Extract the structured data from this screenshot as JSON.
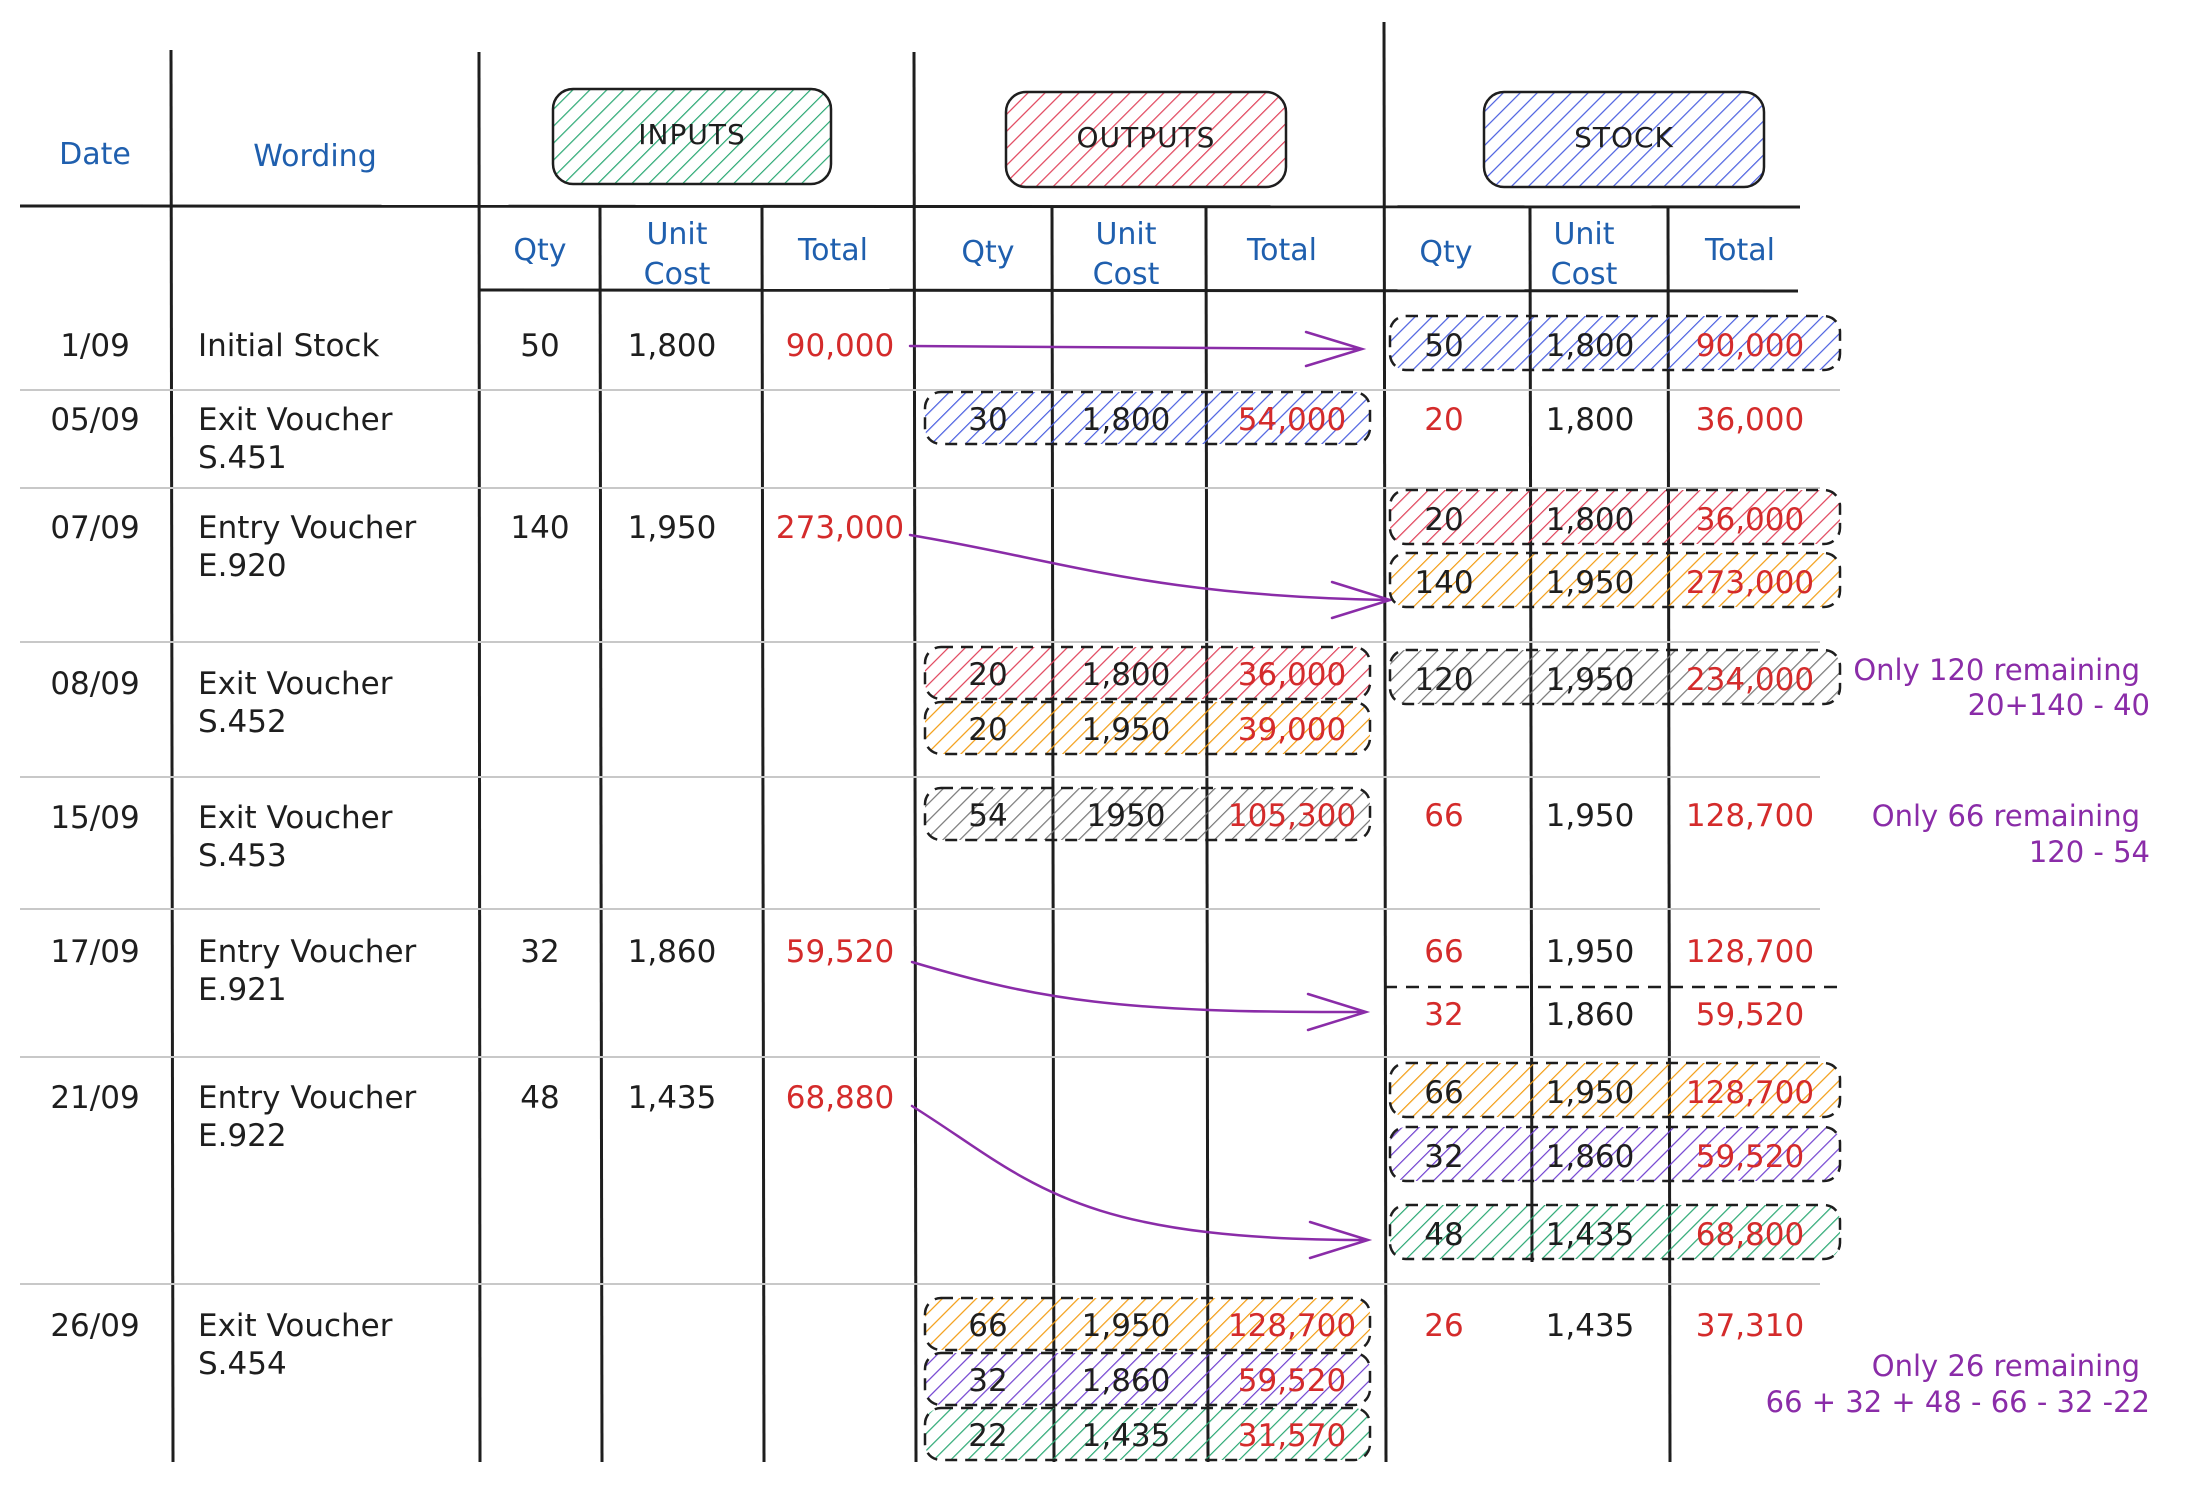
{
  "headers": {
    "date": "Date",
    "wording": "Wording",
    "sections": [
      "INPUTS",
      "OUTPUTS",
      "STOCK"
    ],
    "qty": "Qty",
    "unit_cost_1": "Unit",
    "unit_cost_2": "Cost",
    "total": "Total"
  },
  "colors": {
    "blue": "#4a5fe0",
    "red": "#e0425a",
    "orange": "#f39c12",
    "gray": "#777777",
    "purple": "#7040d0",
    "green": "#2aa873",
    "header_text": "#1f5fae",
    "amount_red": "#d42b2b",
    "note_purple": "#8a2ca8"
  },
  "rows": [
    {
      "date": "1/09",
      "wording": [
        "Initial Stock"
      ],
      "input": {
        "qty": "50",
        "cost": "1,800",
        "total": "90,000"
      },
      "outputs": [],
      "stock": [
        {
          "qty": "50",
          "cost": "1,800",
          "total": "90,000",
          "color": "blue"
        }
      ]
    },
    {
      "date": "05/09",
      "wording": [
        "Exit Voucher",
        "S.451"
      ],
      "input": null,
      "outputs": [
        {
          "qty": "30",
          "cost": "1,800",
          "total": "54,000",
          "color": "blue"
        }
      ],
      "stock": [
        {
          "qty": "20",
          "cost": "1,800",
          "total": "36,000",
          "color": null
        }
      ]
    },
    {
      "date": "07/09",
      "wording": [
        "Entry Voucher",
        "E.920"
      ],
      "input": {
        "qty": "140",
        "cost": "1,950",
        "total": "273,000"
      },
      "outputs": [],
      "stock": [
        {
          "qty": "20",
          "cost": "1,800",
          "total": "36,000",
          "color": "red"
        },
        {
          "qty": "140",
          "cost": "1,950",
          "total": "273,000",
          "color": "orange"
        }
      ]
    },
    {
      "date": "08/09",
      "wording": [
        "Exit Voucher",
        "S.452"
      ],
      "input": null,
      "outputs": [
        {
          "qty": "20",
          "cost": "1,800",
          "total": "36,000",
          "color": "red"
        },
        {
          "qty": "20",
          "cost": "1,950",
          "total": "39,000",
          "color": "orange"
        }
      ],
      "stock": [
        {
          "qty": "120",
          "cost": "1,950",
          "total": "234,000",
          "color": "gray"
        }
      ],
      "note": [
        "Only 120 remaining",
        "20+140 - 40"
      ]
    },
    {
      "date": "15/09",
      "wording": [
        "Exit Voucher",
        "S.453"
      ],
      "input": null,
      "outputs": [
        {
          "qty": "54",
          "cost": "1950",
          "total": "105,300",
          "color": "gray"
        }
      ],
      "stock": [
        {
          "qty": "66",
          "cost": "1,950",
          "total": "128,700",
          "color": null
        }
      ],
      "note": [
        "Only 66 remaining",
        "120 - 54"
      ]
    },
    {
      "date": "17/09",
      "wording": [
        "Entry Voucher",
        "E.921"
      ],
      "input": {
        "qty": "32",
        "cost": "1,860",
        "total": "59,520"
      },
      "outputs": [],
      "stock": [
        {
          "qty": "66",
          "cost": "1,950",
          "total": "128,700",
          "color": null
        },
        {
          "qty": "32",
          "cost": "1,860",
          "total": "59,520",
          "color": null
        }
      ]
    },
    {
      "date": "21/09",
      "wording": [
        "Entry Voucher",
        "E.922"
      ],
      "input": {
        "qty": "48",
        "cost": "1,435",
        "total": "68,880"
      },
      "outputs": [],
      "stock": [
        {
          "qty": "66",
          "cost": "1,950",
          "total": "128,700",
          "color": "orange"
        },
        {
          "qty": "32",
          "cost": "1,860",
          "total": "59,520",
          "color": "purple"
        },
        {
          "qty": "48",
          "cost": "1,435",
          "total": "68,800",
          "color": "green"
        }
      ]
    },
    {
      "date": "26/09",
      "wording": [
        "Exit Voucher",
        "S.454"
      ],
      "input": null,
      "outputs": [
        {
          "qty": "66",
          "cost": "1,950",
          "total": "128,700",
          "color": "orange"
        },
        {
          "qty": "32",
          "cost": "1,860",
          "total": "59,520",
          "color": "purple"
        },
        {
          "qty": "22",
          "cost": "1,435",
          "total": "31,570",
          "color": "green"
        }
      ],
      "stock": [
        {
          "qty": "26",
          "cost": "1,435",
          "total": "37,310",
          "color": null
        }
      ],
      "note": [
        "Only 26 remaining",
        "66 + 32 + 48 - 66 - 32 -22"
      ]
    }
  ]
}
